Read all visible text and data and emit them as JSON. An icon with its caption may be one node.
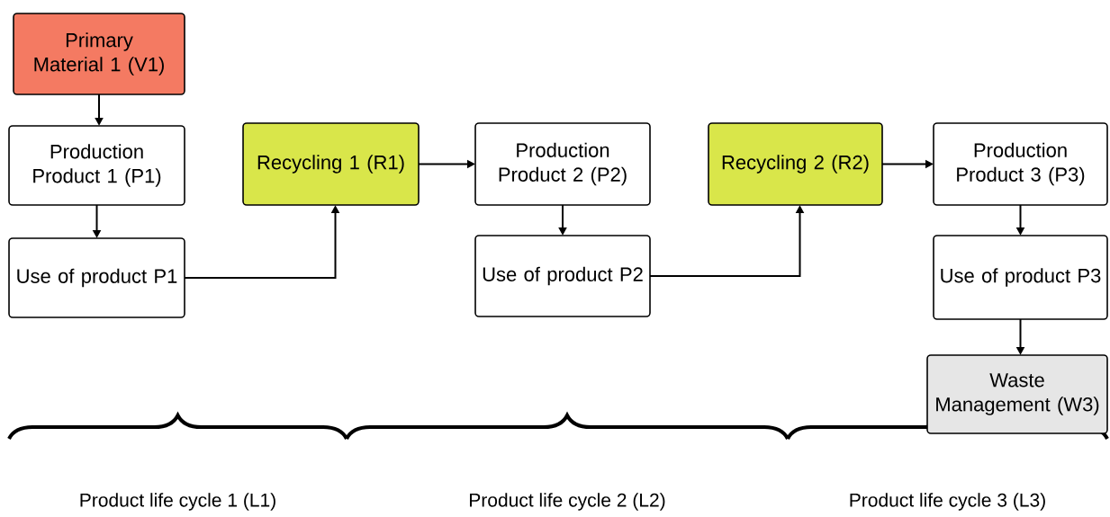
{
  "diagram": {
    "nodes": [
      {
        "text": [
          "Primary Material 1 (V1)"
        ]
      },
      {
        "text": [
          "Production Product 1 (P1)"
        ]
      },
      {
        "text": [
          "Use of product P1"
        ]
      },
      {
        "text": [
          "Recycling 1 (R1)"
        ]
      },
      {
        "text": [
          "Production Product 2 (P2)"
        ]
      },
      {
        "text": [
          "Use of product P2"
        ]
      },
      {
        "text": [
          "Recycling 2 (R2)"
        ]
      },
      {
        "text": [
          "Production Product 3 (P3)"
        ]
      },
      {
        "text": [
          "Use of product P3"
        ]
      },
      {
        "text": [
          "Waste Management (W3)"
        ]
      }
    ],
    "edges": [
      {
        "from": 0,
        "to": 1,
        "arrow": "to"
      },
      {
        "from": 1,
        "to": 2,
        "arrow": "to"
      },
      {
        "from": 2,
        "to": 3,
        "arrow": "to"
      },
      {
        "from": 3,
        "to": 4,
        "arrow": "to"
      },
      {
        "from": 4,
        "to": 5,
        "arrow": "to"
      },
      {
        "from": 5,
        "to": 6,
        "arrow": "to"
      },
      {
        "from": 6,
        "to": 7,
        "arrow": "to"
      },
      {
        "from": 7,
        "to": 8,
        "arrow": "to"
      },
      {
        "from": 8,
        "to": 9,
        "arrow": "to"
      }
    ],
    "labels": [
      "Product life cycle 1 (L1)",
      "Product life cycle 2 (L2)",
      "Product life cycle 3 (L3)"
    ]
  }
}
